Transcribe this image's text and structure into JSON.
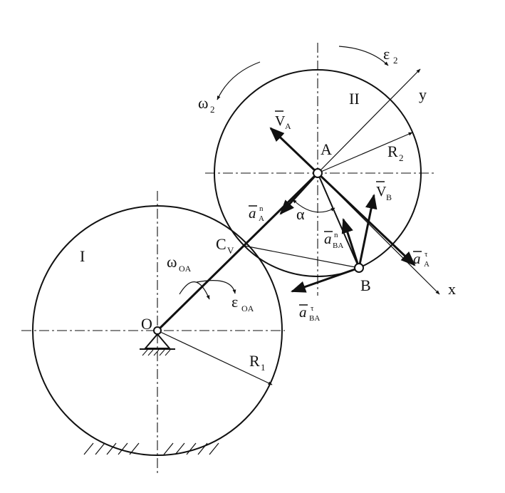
{
  "colors": {
    "ink": "#111111",
    "paper": "#ffffff"
  },
  "labels": {
    "roman_I": "I",
    "roman_II": "II",
    "O": "O",
    "A": "A",
    "B": "B",
    "Cv": "C",
    "Cv_sub": "V",
    "x": "x",
    "y": "y",
    "alpha": "α",
    "R1": "R",
    "R1_sub": "1",
    "R2": "R",
    "R2_sub": "2",
    "omega2": "ω",
    "omega2_sub": "2",
    "epsilon2": "ε",
    "epsilon2_sub": "2",
    "omegaOA": "ω",
    "omegaOA_sub": "OA",
    "epsilonOA": "ε",
    "epsilonOA_sub": "OA",
    "VA": "V",
    "VA_sub": "A",
    "VB": "V",
    "VB_sub": "B",
    "aAn": "a",
    "aAn_sup": "n",
    "aAn_sub": "A",
    "aAt": "a",
    "aAt_sup": "τ",
    "aAt_sub": "A",
    "aBAn": "a",
    "aBAn_sup": "n",
    "aBAn_sub": "BA",
    "aBAt": "a",
    "aBAt_sup": "τ",
    "aBAt_sub": "BA"
  },
  "icons": {
    "fixed_pivot": "pin-support-icon",
    "ground": "hatched-ground-icon"
  }
}
